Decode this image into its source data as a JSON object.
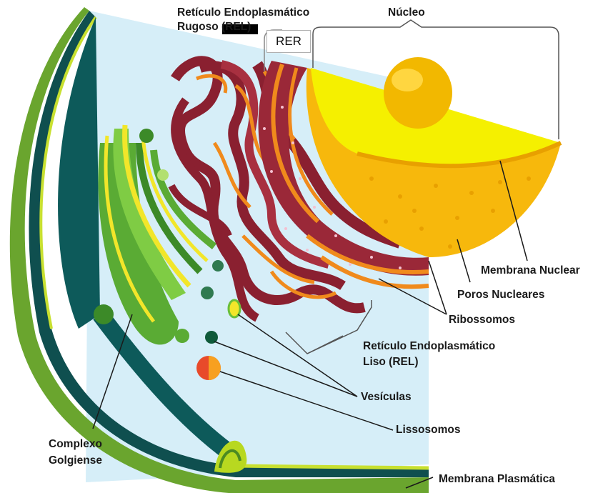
{
  "labels": {
    "rer_title_line1": "Retículo Endoplasmático",
    "rer_title_line2": "Rugoso (REL)",
    "rer_box": "RER",
    "nucleo": "Núcleo",
    "membrana_nuclear": "Membrana Nuclear",
    "poros_nucleares": "Poros Nucleares",
    "ribossomos": "Ribossomos",
    "rel_line1": "Retículo Endoplasmático",
    "rel_line2": "Liso (REL)",
    "vesiculas": "Vesículas",
    "lissosomos": "Lissosomos",
    "complexo_line1": "Complexo",
    "complexo_line2": "Golgiense",
    "membrana_plasmatica": "Membrana Plasmática"
  },
  "colors": {
    "cytoplasm": "#d6eef8",
    "membrane_outer": "#2f7a2f",
    "membrane_inner": "#0f4f4f",
    "nucleus_top": "#f5f000",
    "nucleus_cut": "#f7b80c",
    "nucleolus": "#f2b800",
    "rer": "#8a2030",
    "rer_edge": "#f08a1c",
    "golgi": "#6abf3a",
    "golgi_stripe": "#f2e62a",
    "lysosome": "#e84a2a"
  }
}
